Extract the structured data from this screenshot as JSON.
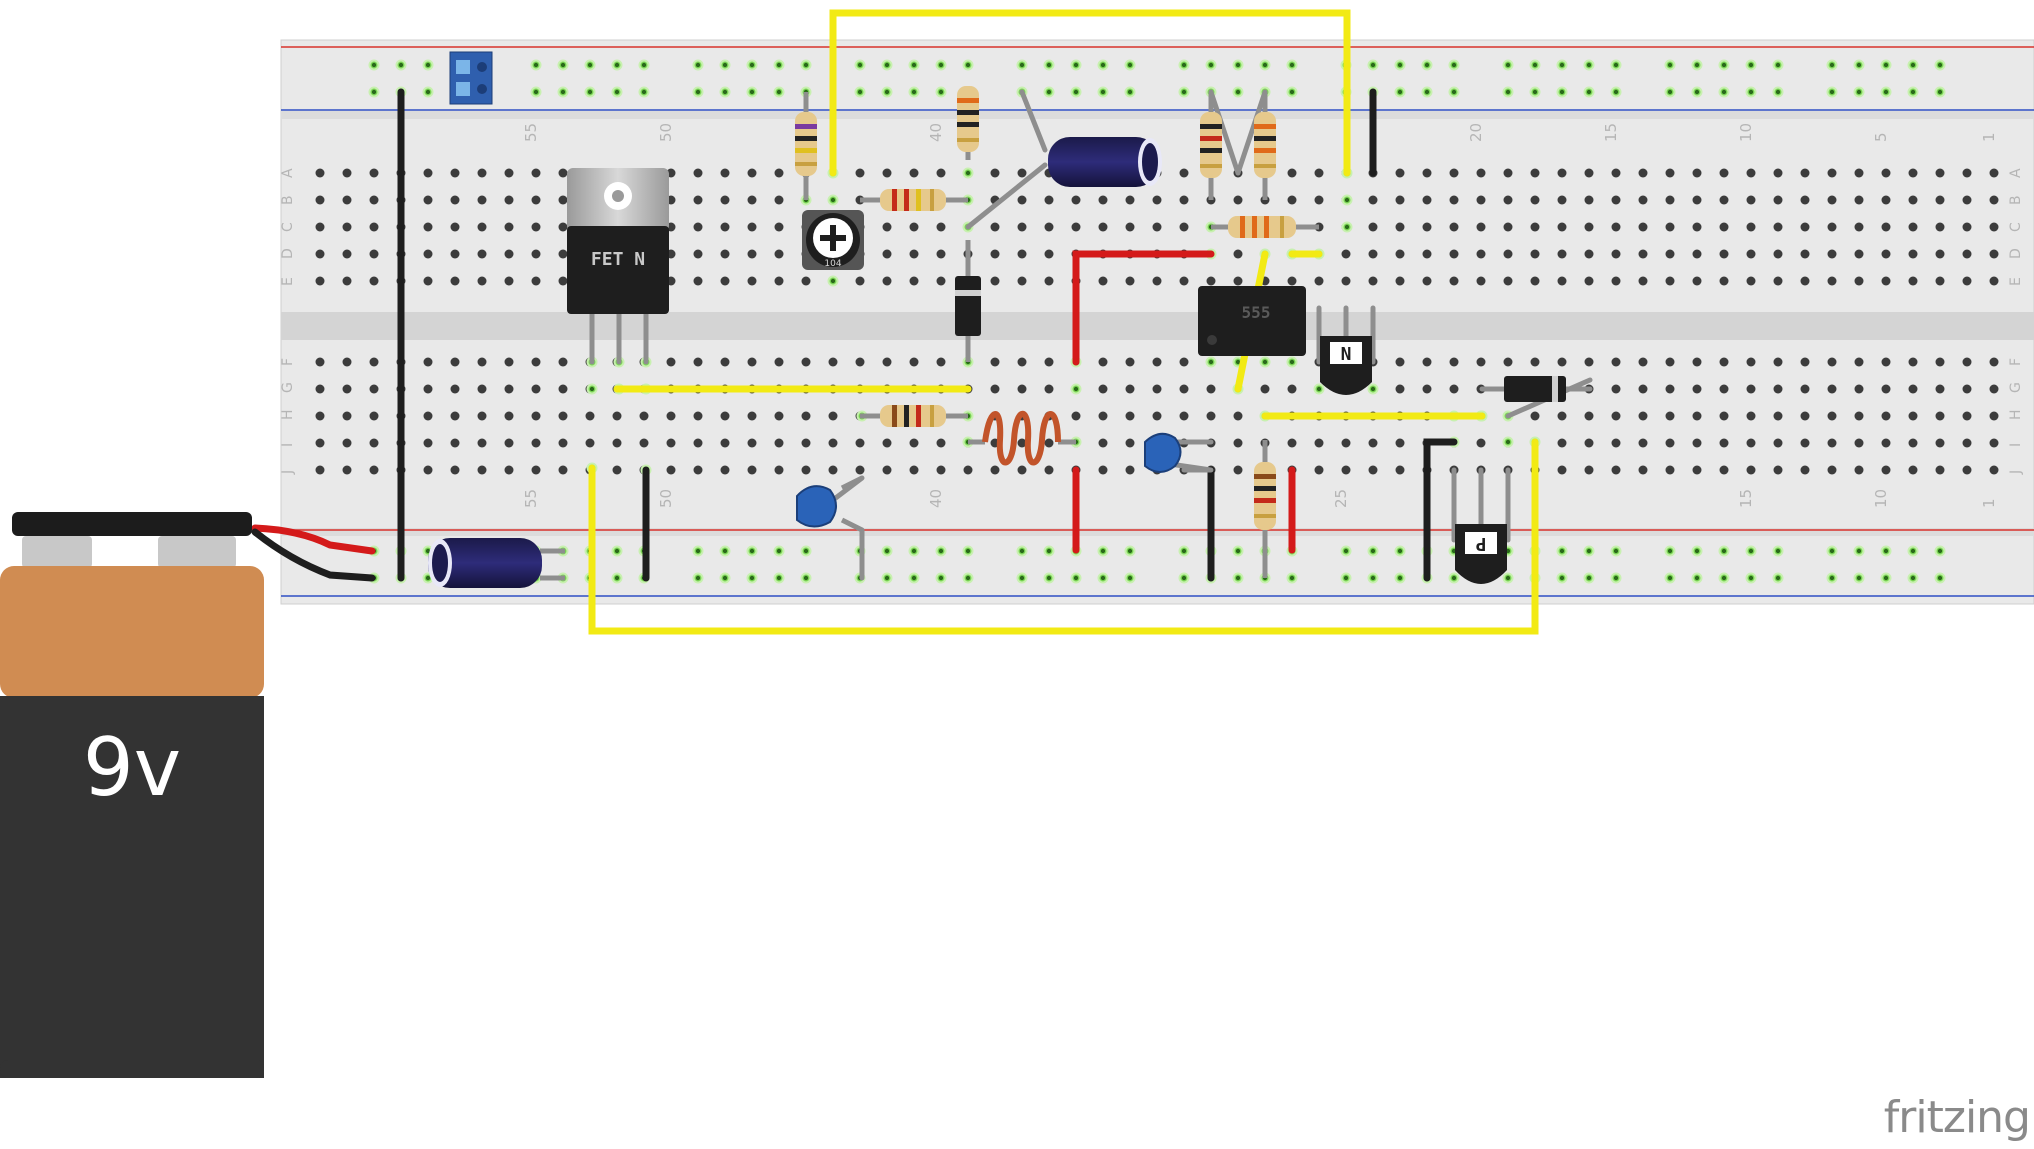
{
  "app": {
    "watermark": "fritzing"
  },
  "breadboard": {
    "column_labels_top": [
      "55",
      "50",
      "40",
      "20",
      "15",
      "10",
      "5",
      "1"
    ],
    "column_labels_bottom": [
      "55",
      "50",
      "40",
      "25",
      "15",
      "10",
      "5",
      "1"
    ],
    "row_labels_top": [
      "A",
      "B",
      "C",
      "D",
      "E"
    ],
    "row_labels_bottom": [
      "F",
      "G",
      "H",
      "I",
      "J"
    ]
  },
  "battery": {
    "label": "9v",
    "colors": {
      "top": "#d08c52",
      "body": "#333333",
      "cap": "#1c1c1c"
    }
  },
  "components": {
    "mosfet_label": "FET N",
    "ic_label": "555",
    "npn_label": "N",
    "pnp_label": "P",
    "trimmer_label": "104"
  },
  "colors": {
    "wire_yellow": "#f2ea14",
    "wire_red": "#d41a1a",
    "wire_black": "#1e1e1e",
    "hole_active": "#7ed957",
    "rail_red": "#d8322c",
    "rail_blue": "#2f4fc4",
    "board": "#e8e8e8"
  }
}
